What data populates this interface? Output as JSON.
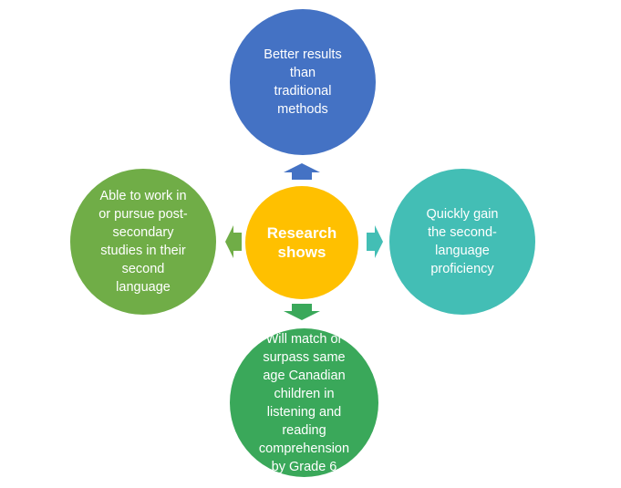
{
  "center": {
    "label": "Research\nshows"
  },
  "outcomes": {
    "top": {
      "label": "Better results\nthan\ntraditional\nmethods"
    },
    "right": {
      "label": "Quickly gain\nthe second-\nlanguage\nproficiency"
    },
    "bottom": {
      "label": "Will match or\nsurpass same\nage Canadian\nchildren in\nlistening and\nreading\ncomprehension\nby Grade 6"
    },
    "left": {
      "label": "Able to work in\nor pursue post-\nsecondary\nstudies in their\nsecond\nlanguage"
    }
  },
  "colors": {
    "center": "#FFC000",
    "top": "#4472C4",
    "right": "#43BEB5",
    "bottom": "#3AA85A",
    "left": "#70AD47"
  }
}
